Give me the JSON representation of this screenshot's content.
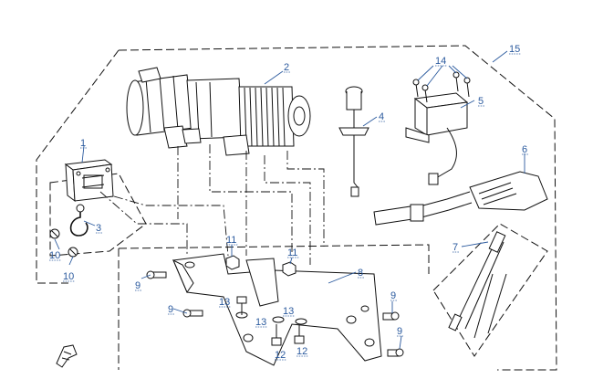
{
  "callouts": {
    "c1": "1",
    "c2": "2",
    "c3": "3",
    "c4": "4",
    "c5": "5",
    "c6": "6",
    "c7": "7",
    "c8": "8",
    "c9a": "9",
    "c9b": "9",
    "c9c": "9",
    "c9d": "9",
    "c10a": "10",
    "c10b": "10",
    "c11a": "11",
    "c11b": "11",
    "c12a": "12",
    "c12b": "12",
    "c13a": "13",
    "c13b": "13",
    "c13c": "13",
    "c14": "14",
    "c15": "15"
  },
  "colors": {
    "callout": "#2b5a9e",
    "line": "#111111"
  }
}
